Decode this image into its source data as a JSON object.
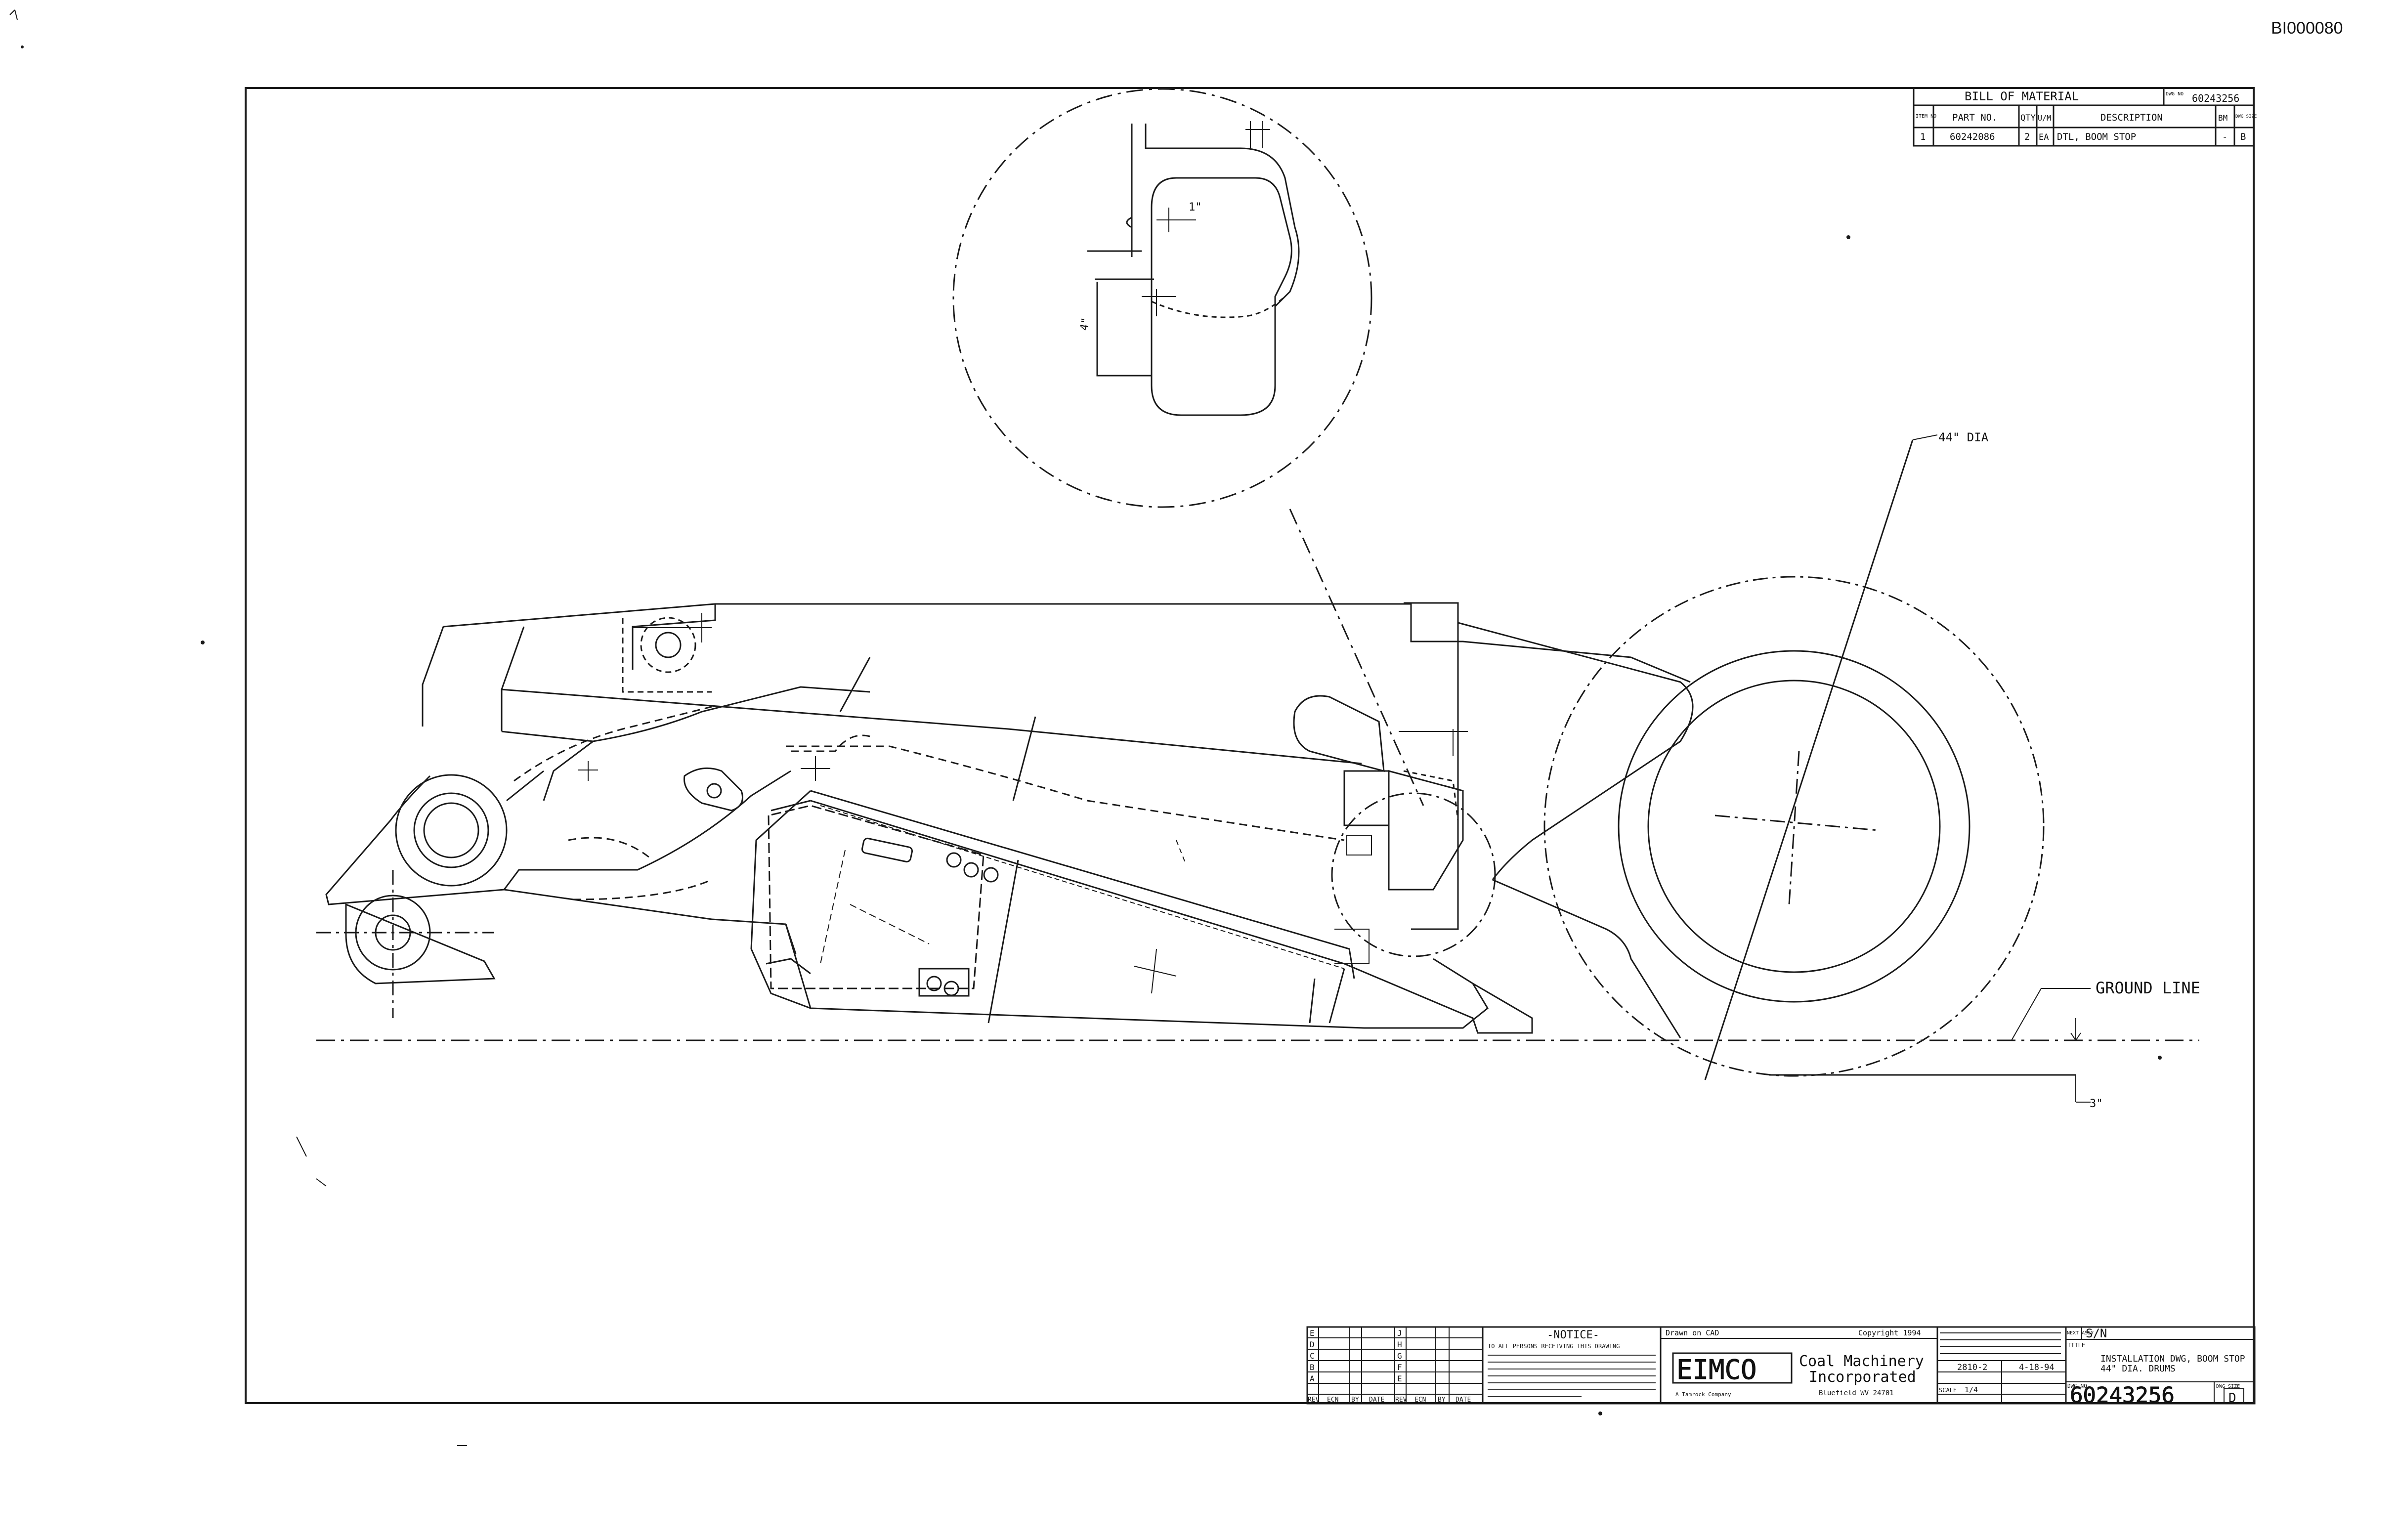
{
  "doc_id": "BI000080",
  "bom": {
    "title": "BILL OF MATERIAL",
    "dwg_no_label": "DWG NO",
    "dwg_no": "60243256",
    "headers": {
      "item": "ITEM NO",
      "part_no": "PART NO.",
      "qty": "QTY",
      "um": "U/M",
      "description": "DESCRIPTION",
      "bm": "BM",
      "dwg_size": "DWG SIZE"
    },
    "rows": [
      {
        "item": "1",
        "part_no": "60242086",
        "qty": "2",
        "um": "EA",
        "description": "DTL, BOOM STOP",
        "bm": "-",
        "dwg_size": "B"
      }
    ]
  },
  "annotations": {
    "detail_dim_1": "1\"",
    "detail_dim_2": "4\"",
    "drum_dia": "44\" DIA",
    "ground_line": "GROUND LINE",
    "ground_dim": "3\""
  },
  "title_block": {
    "rev_header": "REV",
    "ecn_header": "ECN",
    "by_header": "BY",
    "date_header": "DATE",
    "rev_letters_left": [
      "E",
      "D",
      "C",
      "B",
      "A"
    ],
    "rev_letters_right": [
      "J",
      "H",
      "G",
      "F",
      "E"
    ],
    "notice_title": "-NOTICE-",
    "notice_lead": "TO ALL PERSONS RECEIVING THIS DRAWING",
    "drawn_on": "Drawn on CAD",
    "copyright": "Copyright 1994",
    "company_logo": "EIMCO",
    "company_name_1": "Coal Machinery",
    "company_name_2": "Incorporated",
    "company_sub": "A Tamrock Company",
    "company_address": "Bluefield WV 24701",
    "next_assy_label": "NEXT ASSY",
    "sn_label": "S/N",
    "title_label": "TITLE",
    "title_line_1": "INSTALLATION DWG, BOOM STOP",
    "title_line_2": "44\" DIA. DRUMS",
    "model": "2810-2",
    "date": "4-18-94",
    "scale_label": "SCALE",
    "scale": "1/4",
    "dwg_no_label": "DWG NO",
    "dwg_no": "60243256",
    "dwg_size_label": "DWG SIZE",
    "dwg_size": "D"
  },
  "colors": {
    "line": "#1a1a1a",
    "paper": "#ffffff"
  }
}
